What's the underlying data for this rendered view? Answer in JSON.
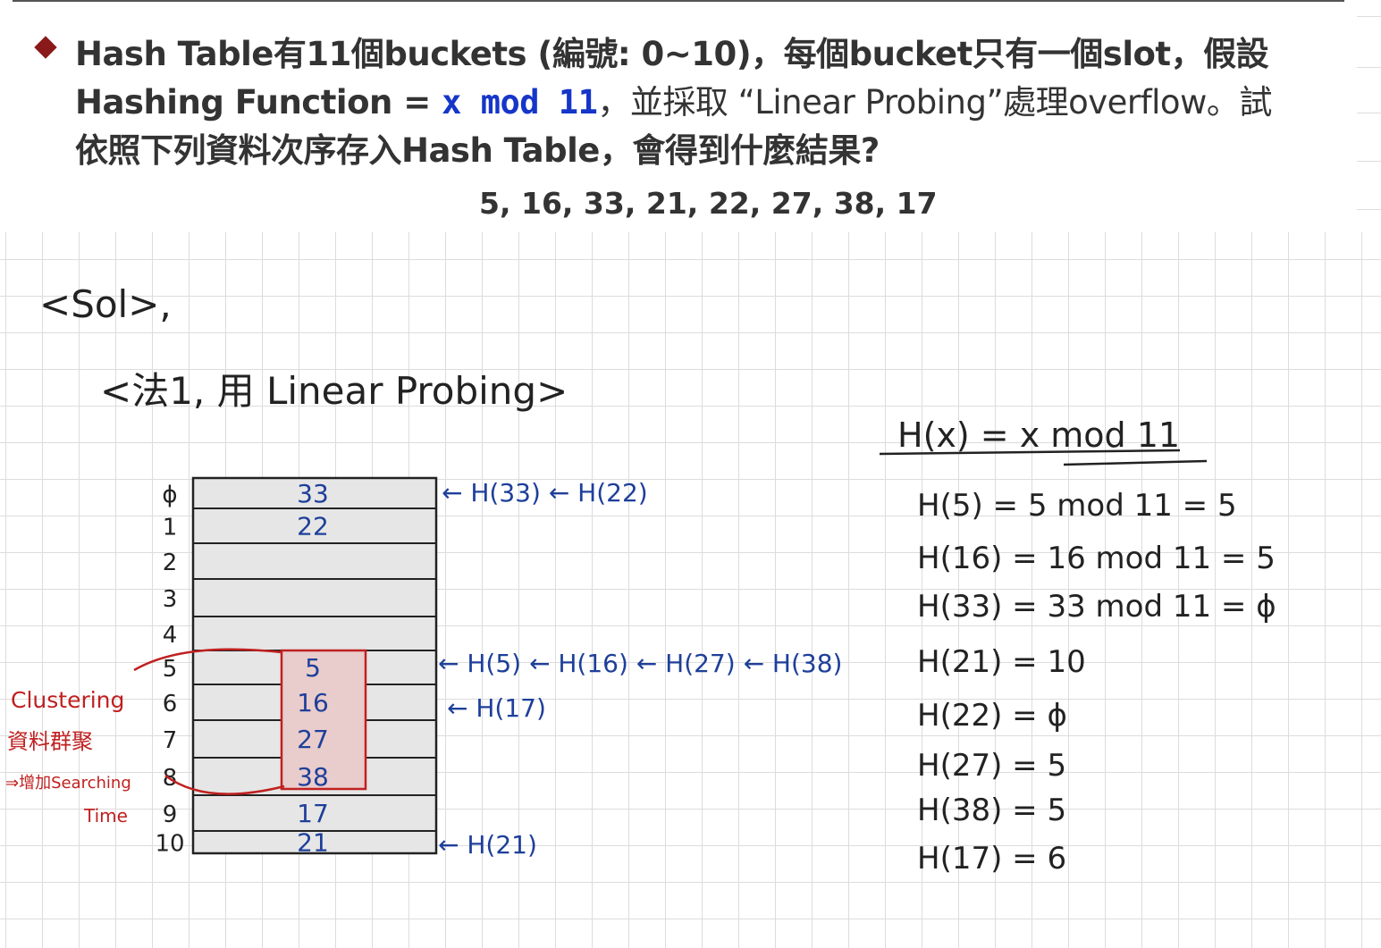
{
  "question": {
    "line1": "Hash Table有11個buckets (編號: 0~10)，每個bucket只有一個slot，假設",
    "line2_prefix": "Hashing Function = ",
    "line2_fn": "x mod 11",
    "line2_suffix": "，並採取 “Linear Probing”處理overflow。試",
    "line3": "依照下列資料次序存入Hash Table，會得到什麼結果?",
    "sequence": "5, 16, 33, 21, 22, 27, 38, 17"
  },
  "notes": {
    "sol_heading": "<Sol>,",
    "method_heading": "<法1, 用 Linear Probing>"
  },
  "table": {
    "indices": [
      "ϕ",
      "1",
      "2",
      "3",
      "4",
      "5",
      "6",
      "7",
      "8",
      "9",
      "10"
    ],
    "cells": [
      "33",
      "22",
      "",
      "",
      "",
      "5",
      "16",
      "27",
      "38",
      "17",
      "21"
    ]
  },
  "pointers": {
    "row0": "← H(33) ← H(22)",
    "row5": "← H(5) ← H(16) ← H(27) ← H(38)",
    "row6": "← H(17)",
    "row10": "← H(21)"
  },
  "cluster_note": {
    "line1": "Clustering",
    "line2": "資料群聚",
    "line3": "⇒增加Searching",
    "line4": "Time"
  },
  "computations": {
    "formula": "H(x) = x mod 11",
    "lines": [
      "H(5) = 5 mod 11 = 5",
      "H(16) = 16 mod 11 = 5",
      "H(33) = 33 mod 11 = ϕ",
      "H(21) = 10",
      "H(22) = ϕ",
      "H(27) = 5",
      "H(38) = 5",
      "H(17) = 6"
    ]
  },
  "colors": {
    "ink_black": "#222222",
    "ink_blue": "#1e3f9a",
    "ink_red": "#c02020",
    "fn_blue": "#1536c8",
    "table_fill": "#e6e6e6",
    "cluster_fill": "#e9cccc"
  }
}
